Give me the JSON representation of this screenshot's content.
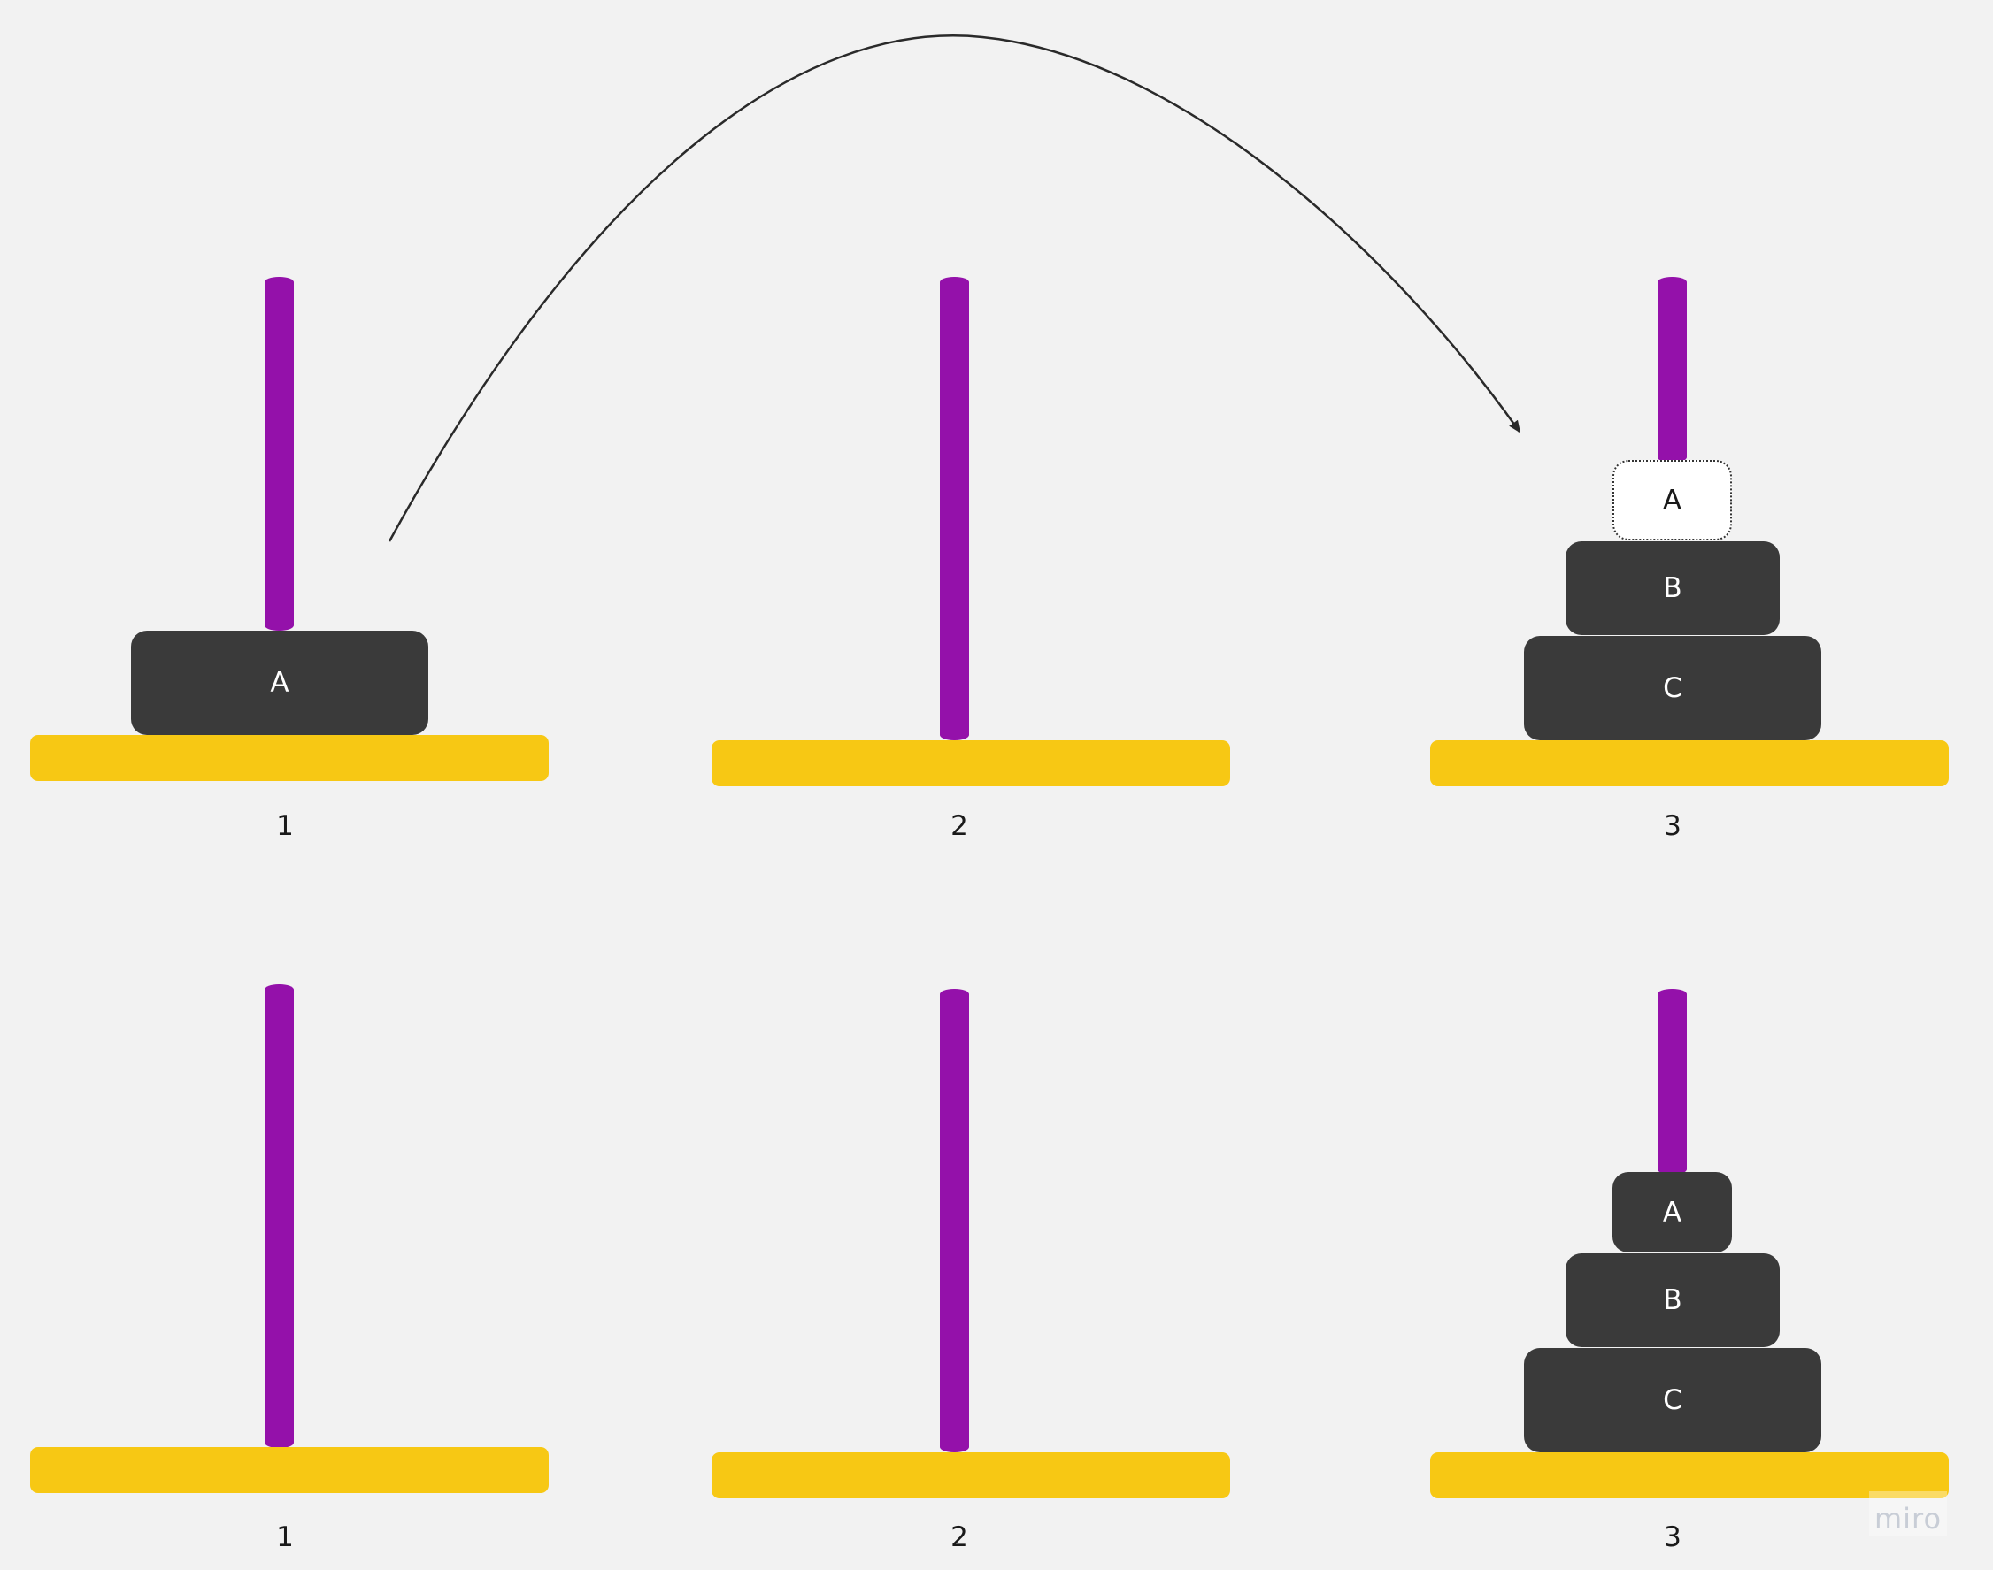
{
  "colors": {
    "background": "#f2f2f2",
    "rod": "#9411aa",
    "base": "#f7c814",
    "disk": "#3a3a3a",
    "ghost_disk": "#ffffff",
    "arrow": "#2a2a2a"
  },
  "top_row": {
    "pegs": [
      {
        "label": "1",
        "disks": [
          "A"
        ]
      },
      {
        "label": "2",
        "disks": []
      },
      {
        "label": "3",
        "disks": [
          "C",
          "B",
          "A"
        ],
        "ghost_top": true
      }
    ],
    "arrow": {
      "from_peg": "1",
      "to_peg": "3"
    }
  },
  "bottom_row": {
    "pegs": [
      {
        "label": "1",
        "disks": []
      },
      {
        "label": "2",
        "disks": []
      },
      {
        "label": "3",
        "disks": [
          "C",
          "B",
          "A"
        ]
      }
    ]
  },
  "watermark": {
    "text": "miro"
  }
}
